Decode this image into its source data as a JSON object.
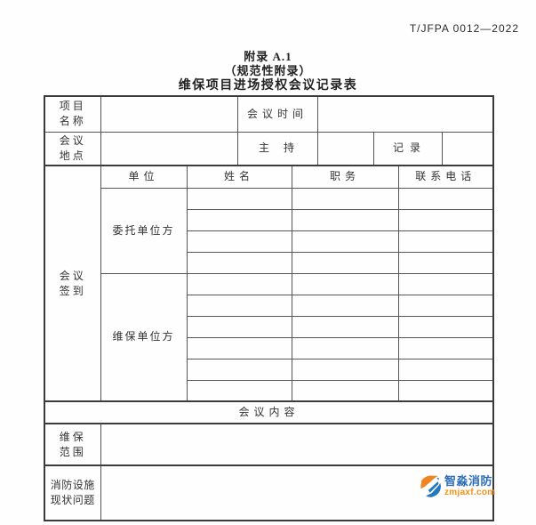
{
  "doc": {
    "standard_code": "T/JFPA 0012—2022",
    "appendix_label": "附录 A.1",
    "appendix_type": "（规范性附录）",
    "form_title": "维保项目进场授权会议记录表"
  },
  "form": {
    "labels": {
      "project_name": "项目\n名称",
      "meeting_time": "会议时间",
      "meeting_place": "会议\n地点",
      "host": "主　持",
      "recorder": "记 录",
      "sign_in": "会议\n签到",
      "meeting_content": "会议内容",
      "maintenance_scope": "维保\n范围",
      "fire_issues": "消防设施\n现状问题"
    },
    "sign_table": {
      "headers": [
        "单位",
        "姓名",
        "职务",
        "联系电话"
      ],
      "client_party": "委托单位方",
      "maintenance_party": "维保单位方",
      "client_blank_rows": 4,
      "maintenance_blank_rows": 6
    }
  },
  "watermark": {
    "brand_name": "智淼消防",
    "website": "zmjaxf.com",
    "brand_blue": "#2b6db8",
    "brand_orange": "#f39116",
    "logo_orange": "#f08421",
    "logo_blue": "#2678c0"
  }
}
